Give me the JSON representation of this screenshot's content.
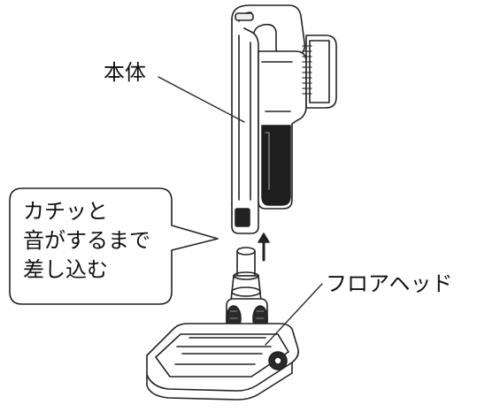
{
  "labels": {
    "body": "本体",
    "floor_head": "フロアヘッド"
  },
  "callout": {
    "line1": "カチッと",
    "line2": "音がするまで",
    "line3": "差し込む"
  }
}
